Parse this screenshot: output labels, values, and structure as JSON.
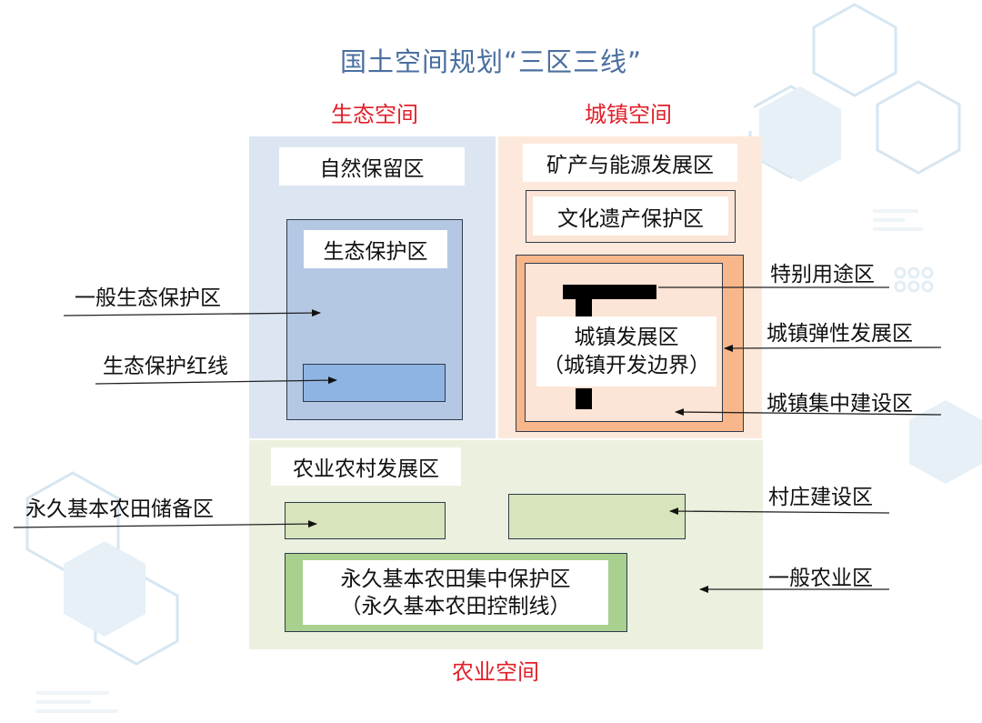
{
  "title": "国土空间规划“三区三线”",
  "spaces": {
    "ecology": "生态空间",
    "urban": "城镇空间",
    "agriculture": "农业空间"
  },
  "zones": {
    "nature_reserve": "自然保留区",
    "eco_protection": "生态保护区",
    "mining_energy": "矿产与能源发展区",
    "cultural_heritage": "文化遗产保护区",
    "urban_development_line1": "城镇发展区",
    "urban_development_line2": "（城镇开发边界）",
    "agri_rural": "农业农村发展区",
    "farmland_core_line1": "永久基本农田集中保护区",
    "farmland_core_line2": "（永久基本农田控制线）"
  },
  "labels": {
    "general_eco": "一般生态保护区",
    "eco_redline": "生态保护红线",
    "special_use": "特别用途区",
    "urban_elastic": "城镇弹性发展区",
    "urban_concentrated": "城镇集中建设区",
    "farmland_reserve": "永久基本农田储备区",
    "village_construction": "村庄建设区",
    "general_agri": "一般农业区"
  },
  "colors": {
    "title": "#4a6fa0",
    "space_label": "#e0202a",
    "eco_bg": "#dce6f2",
    "eco_protect": "#b4c8e4",
    "eco_redline": "#8eb4e3",
    "urban_bg": "#fde9dc",
    "urban_elastic": "#f8b78a",
    "urban_concentrated": "#fce4d6",
    "agri_bg": "#ebf1de",
    "agri_reserve": "#d8e4bc",
    "farmland_core": "#a9d08e"
  },
  "icons": [
    "hexagon-decoration-icon",
    "arrow-icon"
  ]
}
